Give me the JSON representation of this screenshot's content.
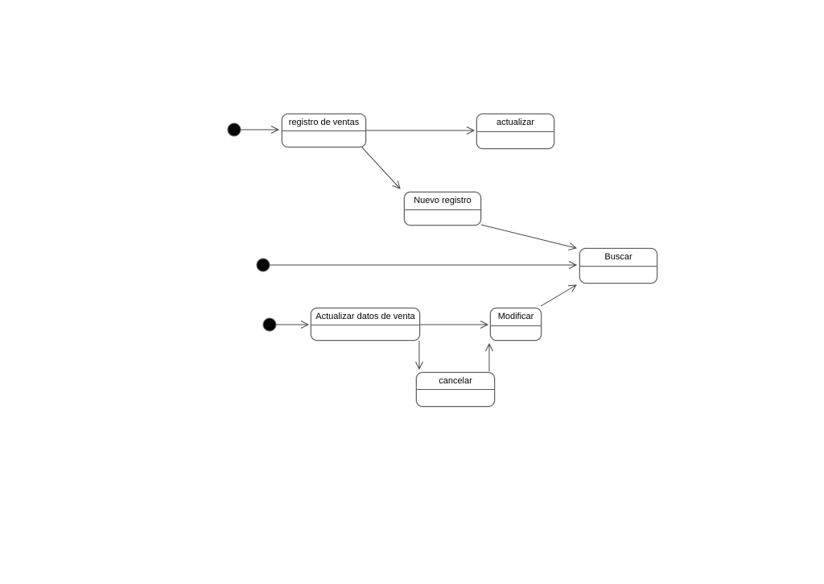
{
  "diagram": {
    "type": "uml-state-diagram",
    "background_color": "#ffffff",
    "colors": {
      "node_fill": "#ffffff",
      "node_border": "#646464",
      "edge": "#474747",
      "initial_node": "#060606",
      "text": "#000000"
    },
    "nodes": [
      {
        "id": "registro-de-ventas",
        "label": "registro de ventas"
      },
      {
        "id": "actualizar",
        "label": "actualizar"
      },
      {
        "id": "nuevo-registro",
        "label": "Nuevo registro"
      },
      {
        "id": "buscar",
        "label": "Buscar"
      },
      {
        "id": "actualizar-datos-de-venta",
        "label": "Actualizar datos de venta"
      },
      {
        "id": "modificar",
        "label": "Modificar"
      },
      {
        "id": "cancelar",
        "label": "cancelar"
      }
    ],
    "initial_states": [
      {
        "id": "initial-1",
        "connects_to": "registro de ventas"
      },
      {
        "id": "initial-2",
        "connects_to": "Buscar"
      },
      {
        "id": "initial-3",
        "connects_to": "Actualizar datos de venta"
      }
    ],
    "transitions": [
      {
        "from": "initial-1",
        "to": "registro de ventas"
      },
      {
        "from": "registro de ventas",
        "to": "actualizar"
      },
      {
        "from": "registro de ventas",
        "to": "Nuevo registro"
      },
      {
        "from": "Nuevo registro",
        "to": "Buscar"
      },
      {
        "from": "initial-2",
        "to": "Buscar"
      },
      {
        "from": "initial-3",
        "to": "Actualizar datos de venta"
      },
      {
        "from": "Actualizar datos de venta",
        "to": "Modificar"
      },
      {
        "from": "Actualizar datos de venta",
        "to": "cancelar"
      },
      {
        "from": "cancelar",
        "to": "Modificar"
      },
      {
        "from": "Modificar",
        "to": "Buscar"
      }
    ]
  }
}
